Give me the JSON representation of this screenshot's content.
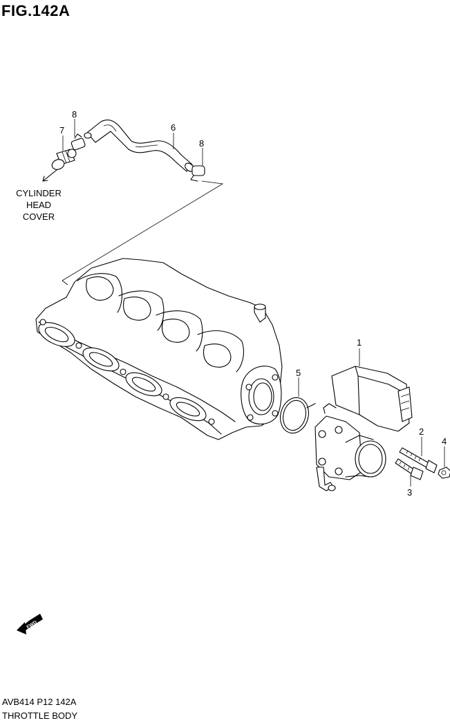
{
  "figure": {
    "title": "FIG.142A",
    "destination_label": [
      "CYLINDER",
      "HEAD",
      "COVER"
    ],
    "fwd_icon_text": "FWD",
    "model_code": "AVB414 P12 142A",
    "section_name": "THROTTLE BODY"
  },
  "callouts": [
    {
      "id": "c1",
      "number": "1"
    },
    {
      "id": "c2",
      "number": "2"
    },
    {
      "id": "c3",
      "number": "3"
    },
    {
      "id": "c4",
      "number": "4"
    },
    {
      "id": "c5",
      "number": "5"
    },
    {
      "id": "c6",
      "number": "6"
    },
    {
      "id": "c7",
      "number": "7"
    },
    {
      "id": "c8a",
      "number": "8"
    },
    {
      "id": "c8b",
      "number": "8"
    }
  ]
}
